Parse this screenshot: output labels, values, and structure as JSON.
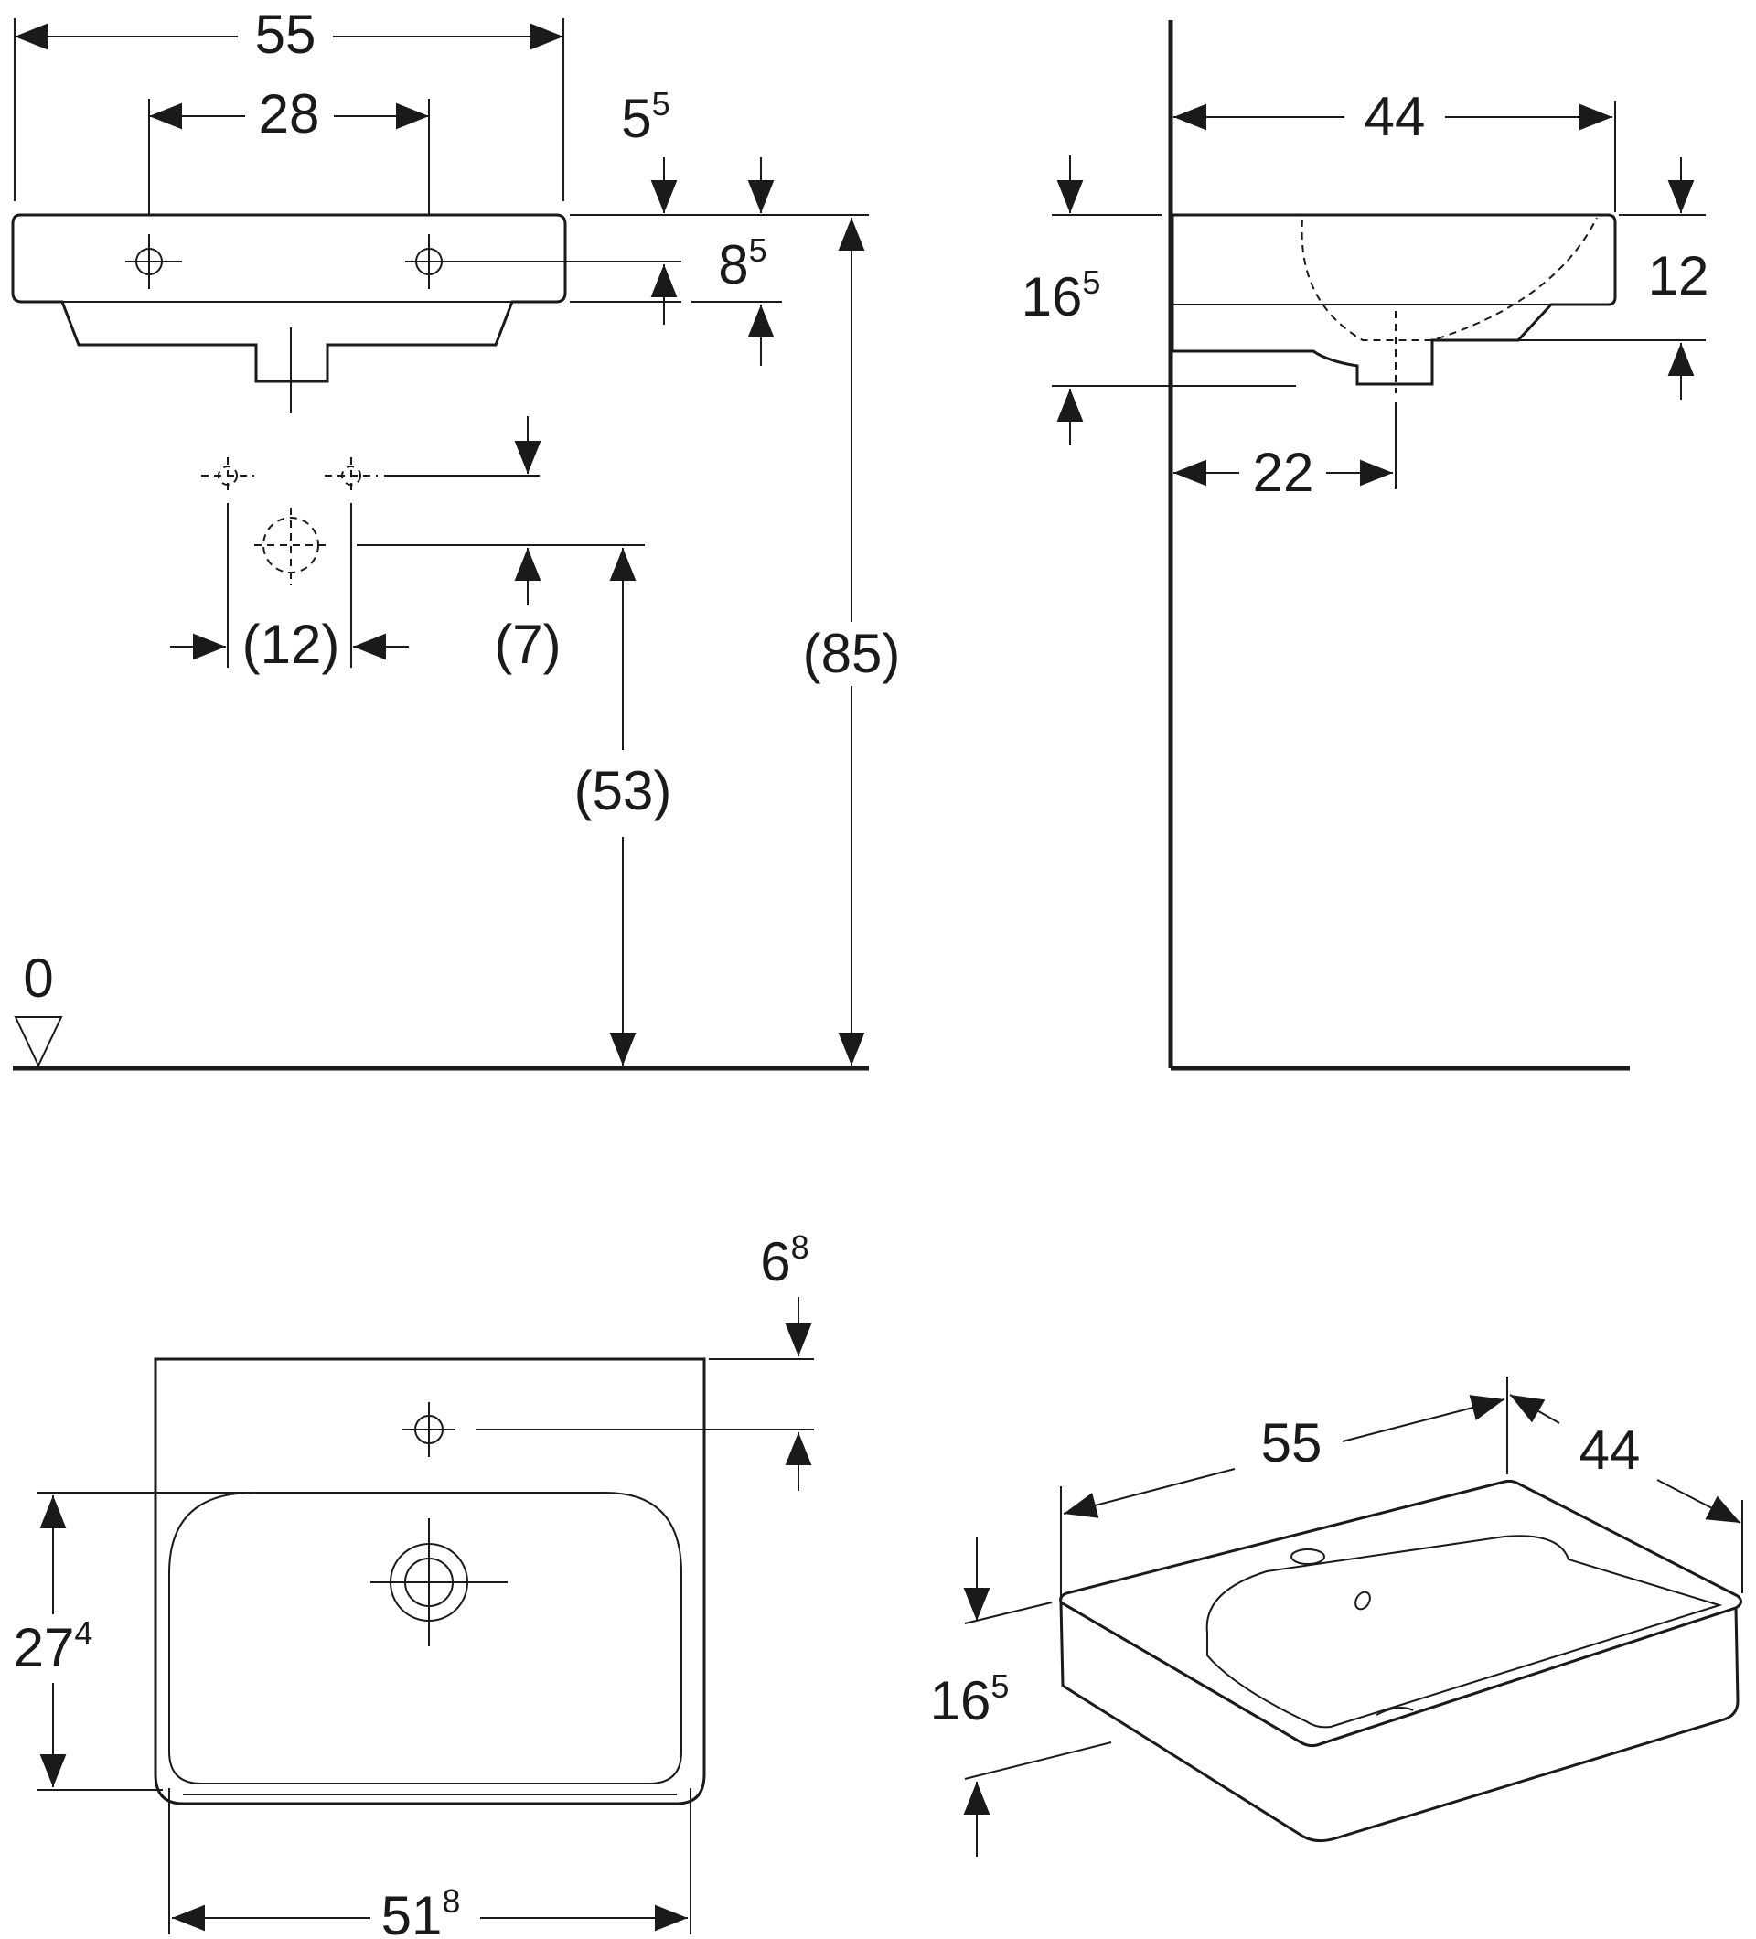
{
  "dimensions": {
    "front": {
      "overall_width": {
        "main": "55",
        "sup": ""
      },
      "tap_spacing": {
        "main": "28",
        "sup": ""
      },
      "tap_offset_top": {
        "main": "5",
        "sup": "5"
      },
      "rim_height": {
        "main": "8",
        "sup": "5"
      },
      "supply_spacing": {
        "main": "(12)",
        "sup": ""
      },
      "supply_height_offset": {
        "main": "(7)",
        "sup": ""
      },
      "waste_height": {
        "main": "(53)",
        "sup": ""
      },
      "rim_height_from_floor": {
        "main": "(85)",
        "sup": ""
      },
      "floor_level": {
        "main": "0",
        "sup": ""
      }
    },
    "side": {
      "depth": {
        "main": "44",
        "sup": ""
      },
      "rim_thickness": {
        "main": "12",
        "sup": ""
      },
      "overall_height": {
        "main": "16",
        "sup": "5"
      },
      "waste_from_wall": {
        "main": "22",
        "sup": ""
      }
    },
    "top": {
      "tap_hole_from_wall": {
        "main": "6",
        "sup": "8"
      },
      "bowl_depth": {
        "main": "27",
        "sup": "4"
      },
      "bowl_width": {
        "main": "51",
        "sup": "8"
      }
    },
    "perspective": {
      "width": {
        "main": "55",
        "sup": ""
      },
      "depth": {
        "main": "44",
        "sup": ""
      },
      "height": {
        "main": "16",
        "sup": "5"
      }
    }
  }
}
